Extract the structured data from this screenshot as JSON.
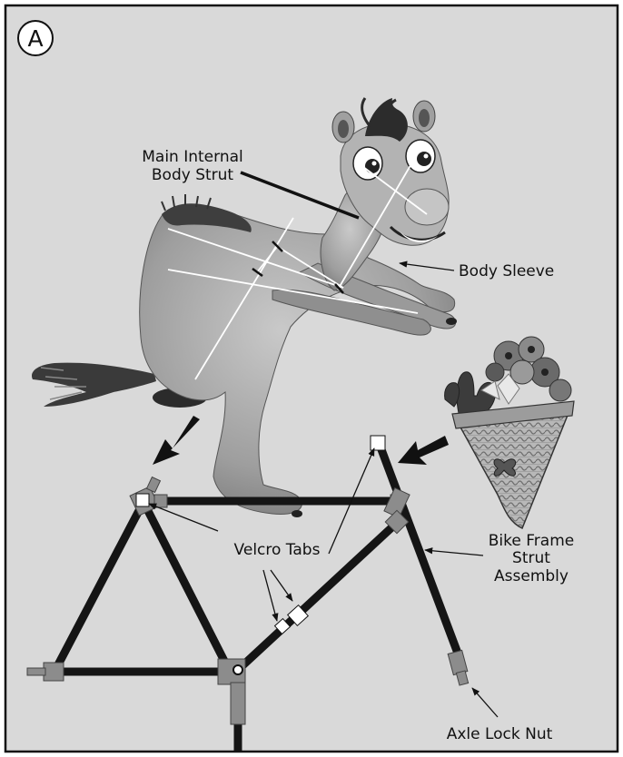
{
  "figure": {
    "badge": "A",
    "labels": {
      "main_strut_line1": "Main Internal",
      "main_strut_line2": "Body Strut",
      "body_sleeve": "Body Sleeve",
      "velcro_tabs": "Velcro Tabs",
      "bike_frame_line1": "Bike Frame",
      "bike_frame_line2": "Strut",
      "bike_frame_line3": "Assembly",
      "axle_lock_nut": "Axle Lock Nut"
    },
    "colors": {
      "background": "#d9d9d9",
      "border": "#111111",
      "strut": "#151515",
      "connector": "#8c8c8c",
      "velcro": "#ffffff",
      "camel_body": "#a3a3a3",
      "camel_shadow": "#7a7a7a",
      "basket": "#b5b5b5"
    }
  }
}
